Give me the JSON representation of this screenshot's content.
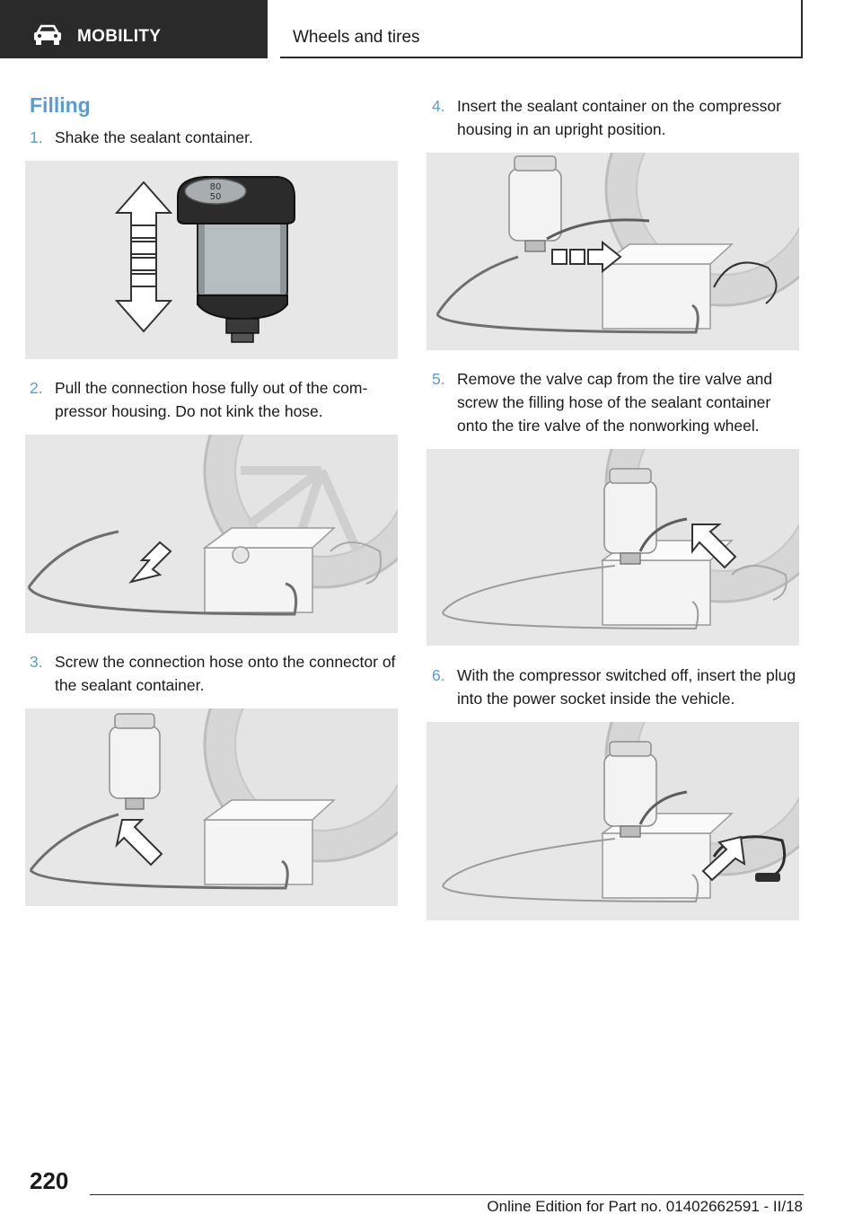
{
  "header": {
    "section_icon": "car-icon",
    "section": "MOBILITY",
    "chapter": "Wheels and tires"
  },
  "content": {
    "title": "Filling",
    "steps": [
      {
        "num": "1.",
        "text": "Shake the sealant container."
      },
      {
        "num": "2.",
        "text": "Pull the connection hose fully out of the com­pressor housing. Do not kink the hose."
      },
      {
        "num": "3.",
        "text": "Screw the connection hose onto the connec­tor of the sealant container."
      },
      {
        "num": "4.",
        "text": "Insert the sealant container on the compres­sor housing in an upright position."
      },
      {
        "num": "5.",
        "text": "Remove the valve cap from the tire valve and screw the filling hose of the sealant container onto the tire valve of the nonworking wheel."
      },
      {
        "num": "6.",
        "text": "With the compressor switched off, insert the plug into the power socket inside the vehicle."
      }
    ],
    "gauge_top": "80",
    "gauge_bottom": "50"
  },
  "footer": {
    "page_number": "220",
    "edition": "Online Edition for Part no. 01402662591 - II/18"
  },
  "colors": {
    "accent": "#5b9bd5",
    "header_bg": "#2a2a2a",
    "figure_bg": "#e7e7e7"
  }
}
